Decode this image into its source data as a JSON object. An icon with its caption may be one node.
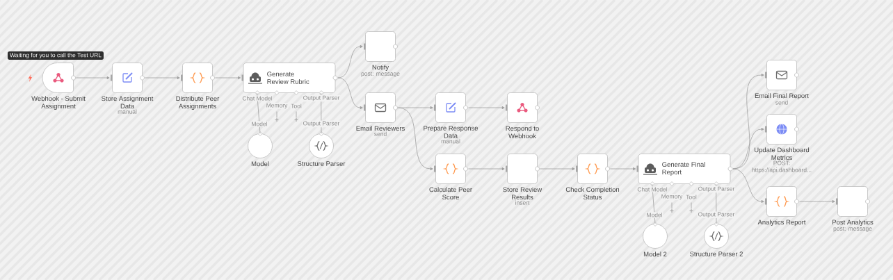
{
  "diagram": {
    "nodes": [
      {
        "text": [
          "Webhook - Submit Assignment"
        ]
      },
      {
        "text": [
          "Store Assignment Data",
          "manual"
        ]
      },
      {
        "text": [
          "Distribute Peer Assignments"
        ]
      },
      {
        "text": [
          "Generate Review Rubric"
        ]
      },
      {
        "text": [
          "Notify",
          "post: message"
        ]
      },
      {
        "text": [
          "Email Reviewers",
          "send"
        ]
      },
      {
        "text": [
          "Prepare Response Data",
          "manual"
        ]
      },
      {
        "text": [
          "Respond to Webhook"
        ]
      },
      {
        "text": [
          "Calculate Peer Score"
        ]
      },
      {
        "text": [
          "Store Review Results",
          "insert"
        ]
      },
      {
        "text": [
          "Check Completion Status"
        ]
      },
      {
        "text": [
          "Generate Final Report"
        ]
      },
      {
        "text": [
          "Email Final Report",
          "send"
        ]
      },
      {
        "text": [
          "Update Dashboard Metrics",
          "POST: https://api.dashboard..."
        ]
      },
      {
        "text": [
          "Analytics Report"
        ]
      },
      {
        "text": [
          "Post Analytics",
          "post: message"
        ]
      },
      {
        "text": [
          "Model"
        ]
      },
      {
        "text": [
          "Structure Parser"
        ]
      },
      {
        "text": [
          "Model 2"
        ]
      },
      {
        "text": [
          "Structure Parser 2"
        ]
      }
    ],
    "edges": [
      {
        "from": 0,
        "to": 1,
        "arrow": "to"
      },
      {
        "from": 1,
        "to": 2,
        "arrow": "to"
      },
      {
        "from": 2,
        "to": 3,
        "arrow": "to"
      },
      {
        "from": 3,
        "to": 4,
        "arrow": "to"
      },
      {
        "from": 3,
        "to": 5,
        "arrow": "to"
      },
      {
        "from": 5,
        "to": 6,
        "arrow": "to"
      },
      {
        "from": 6,
        "to": 7,
        "arrow": "to"
      },
      {
        "from": 5,
        "to": 8,
        "arrow": "to"
      },
      {
        "from": 8,
        "to": 9,
        "arrow": "to"
      },
      {
        "from": 9,
        "to": 10,
        "arrow": "to"
      },
      {
        "from": 10,
        "to": 11,
        "arrow": "to"
      },
      {
        "from": 11,
        "to": 12,
        "arrow": "to"
      },
      {
        "from": 11,
        "to": 13,
        "arrow": "to"
      },
      {
        "from": 11,
        "to": 14,
        "arrow": "to"
      },
      {
        "from": 14,
        "to": 15,
        "arrow": "to"
      },
      {
        "from": 16,
        "to": 3,
        "arrow": "none",
        "label": "Model"
      },
      {
        "from": 17,
        "to": 3,
        "arrow": "none",
        "label": "Output Parser"
      },
      {
        "from": 18,
        "to": 11,
        "arrow": "none",
        "label": "Model"
      },
      {
        "from": 19,
        "to": 11,
        "arrow": "none",
        "label": "Output Parser"
      }
    ],
    "labels": [
      "Waiting for you to call the Test URL",
      "Chat Model",
      "Memory",
      "Tool",
      "Output Parser",
      "Chat Model",
      "Memory",
      "Tool",
      "Output Parser"
    ]
  }
}
